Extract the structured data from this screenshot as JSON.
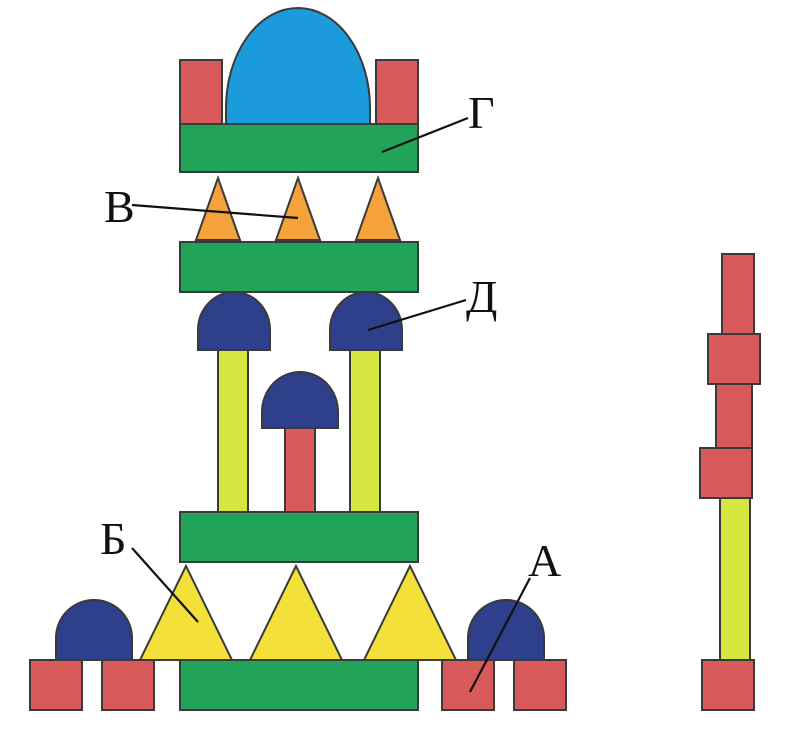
{
  "labels": {
    "a": "А",
    "b": "Б",
    "v": "В",
    "g": "Г",
    "d": "Д"
  },
  "colors": {
    "red": "#d85a5a",
    "green": "#21a35a",
    "blue": "#1b9bdc",
    "navy": "#2e3f8c",
    "orange": "#f4a23a",
    "yellow": "#f3e13a",
    "lime": "#d6e640",
    "background": "#ffffff"
  }
}
